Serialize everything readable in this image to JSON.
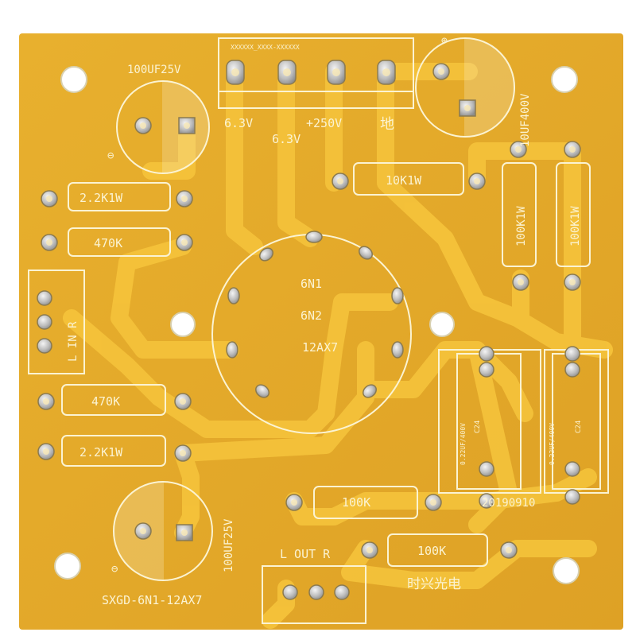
{
  "board": {
    "top_header_text": "XXXXXX_XXXX-XXXXXX",
    "cap_top_left": "100UF25V",
    "cap_top_right": "10UF400V",
    "cap_bottom_left": "100UF25V",
    "label_63v_a": "6.3V",
    "label_63v_b": "6.3V",
    "label_250v": "+250V",
    "label_ground": "地",
    "res_10k1w": "10K1W",
    "res_100k1w_a": "100K1W",
    "res_100k1w_b": "100K1W",
    "res_22k1w_top": "2.2K1W",
    "res_470k_top": "470K",
    "res_470k_bottom": "470K",
    "res_22k1w_bottom": "2.2K1W",
    "res_100k_a": "100K",
    "res_100k_b": "100K",
    "tube_6n1": "6N1",
    "tube_6n2": "6N2",
    "tube_12ax7": "12AX7",
    "input_label": "L IN R",
    "output_label": "L OUT R",
    "date_code": "20190910",
    "brand": "时兴光电",
    "model": "SXGD-6N1-12AX7",
    "cap_c24_a": "C24",
    "cap_c24_b": "C24",
    "cap_rating_a": "0.22UF/400V",
    "cap_rating_b": "0.22UF/400V",
    "polarity_symbol": "⊖",
    "polarity_plus": "⊕"
  },
  "colors": {
    "substrate": "#e6ab2a",
    "copper": "#f2bd2f",
    "silkscreen": "#fbf3d2",
    "pad": "#c9c9c9"
  }
}
